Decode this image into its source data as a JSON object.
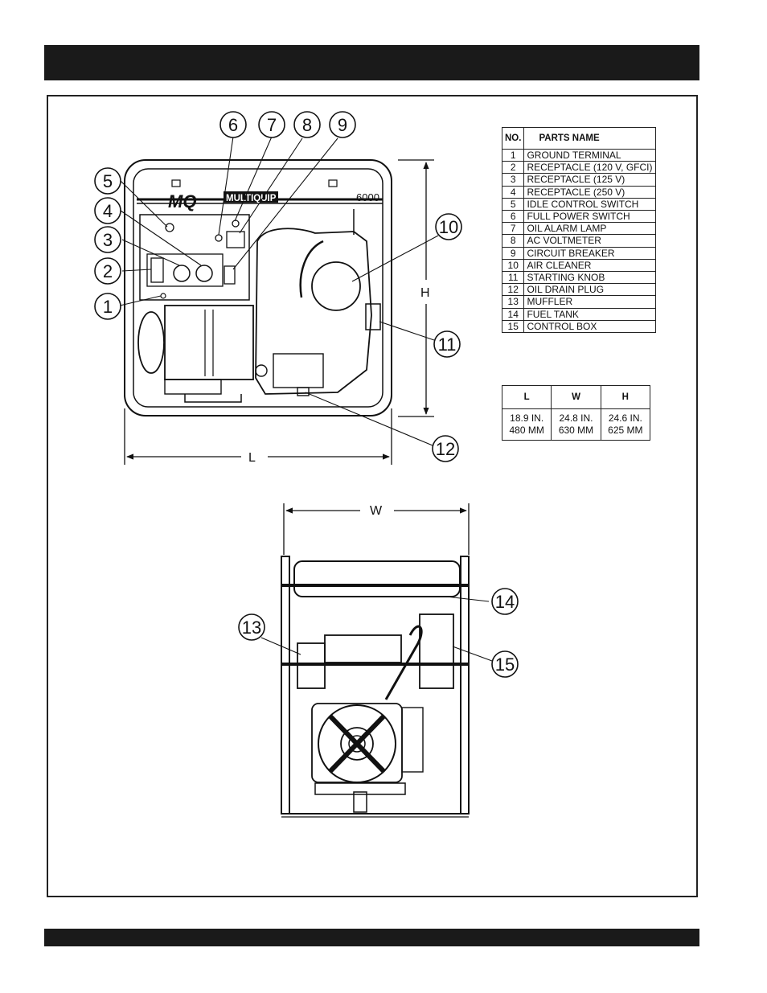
{
  "callouts": [
    "1",
    "2",
    "3",
    "4",
    "5",
    "6",
    "7",
    "8",
    "9",
    "10",
    "11",
    "12",
    "13",
    "14",
    "15"
  ],
  "panel_text": {
    "brand_logo": "MQ",
    "brand_name": "MULTIQUIP",
    "model": "6000"
  },
  "dimension_labels": {
    "length": "L",
    "width": "W",
    "height": "H"
  },
  "parts_table": {
    "headers": {
      "no": "NO.",
      "name": "PARTS NAME"
    },
    "rows": [
      {
        "no": "1",
        "name": "GROUND TERMINAL"
      },
      {
        "no": "2",
        "name": "RECEPTACLE (120 V, GFCI)"
      },
      {
        "no": "3",
        "name": "RECEPTACLE (125 V)"
      },
      {
        "no": "4",
        "name": "RECEPTACLE (250 V)"
      },
      {
        "no": "5",
        "name": "IDLE CONTROL SWITCH"
      },
      {
        "no": "6",
        "name": "FULL POWER SWITCH"
      },
      {
        "no": "7",
        "name": "OIL ALARM LAMP"
      },
      {
        "no": "8",
        "name": "AC VOLTMETER"
      },
      {
        "no": "9",
        "name": "CIRCUIT BREAKER"
      },
      {
        "no": "10",
        "name": "AIR CLEANER"
      },
      {
        "no": "11",
        "name": "STARTING KNOB"
      },
      {
        "no": "12",
        "name": "OIL DRAIN PLUG"
      },
      {
        "no": "13",
        "name": "MUFFLER"
      },
      {
        "no": "14",
        "name": "FUEL TANK"
      },
      {
        "no": "15",
        "name": "CONTROL BOX"
      }
    ]
  },
  "dims_table": {
    "headers": [
      "L",
      "W",
      "H"
    ],
    "values_in": [
      "18.9 IN.",
      "24.8 IN.",
      "24.6 IN."
    ],
    "values_mm": [
      "480 MM",
      "630 MM",
      "625 MM"
    ]
  }
}
